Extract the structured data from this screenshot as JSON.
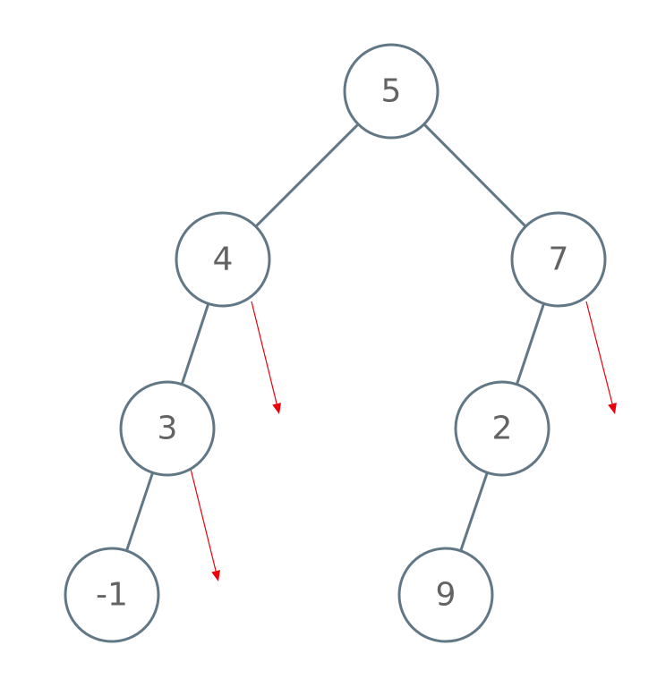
{
  "tree": {
    "nodes": [
      {
        "id": "n5",
        "label": "5"
      },
      {
        "id": "n4",
        "label": "4"
      },
      {
        "id": "n7",
        "label": "7"
      },
      {
        "id": "n3",
        "label": "3"
      },
      {
        "id": "n2",
        "label": "2"
      },
      {
        "id": "nm1",
        "label": "-1"
      },
      {
        "id": "n9",
        "label": "9"
      }
    ],
    "edges": [
      {
        "from": "n5",
        "to": "n4"
      },
      {
        "from": "n5",
        "to": "n7"
      },
      {
        "from": "n4",
        "to": "n3"
      },
      {
        "from": "n7",
        "to": "n2"
      },
      {
        "from": "n3",
        "to": "nm1"
      },
      {
        "from": "n2",
        "to": "n9"
      }
    ],
    "arrows": [
      {
        "from": "n4"
      },
      {
        "from": "n7"
      },
      {
        "from": "n3"
      }
    ]
  },
  "colors": {
    "node_stroke": "#617786",
    "label_text": "#636363",
    "arrow": "#e8000b"
  }
}
